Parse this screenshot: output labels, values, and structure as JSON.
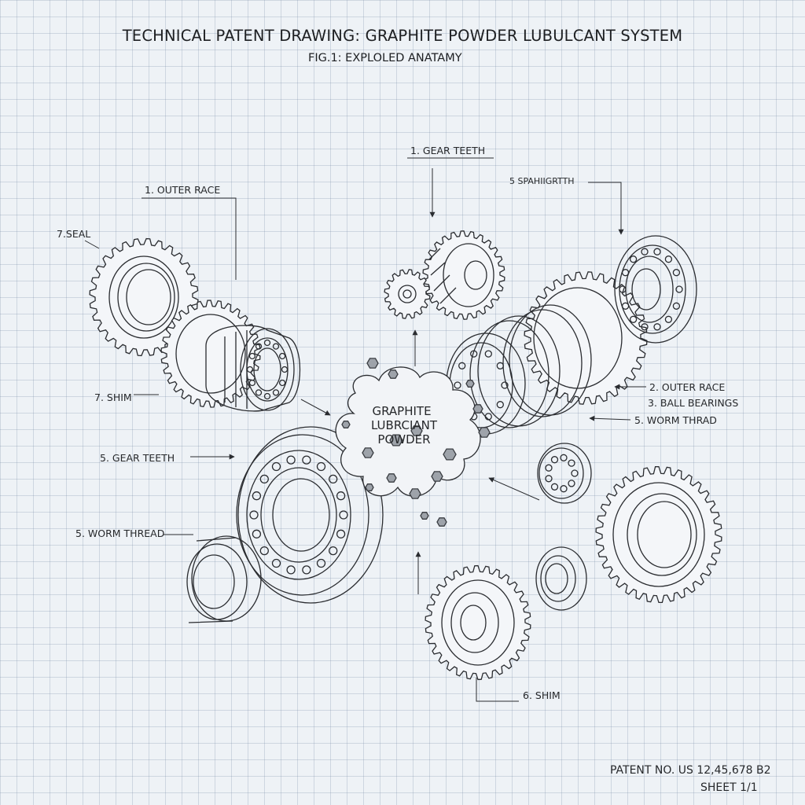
{
  "header": {
    "title": "TECHNICAL PATENT DRAWING: GRAPHITE POWDER LUBULCANT SYSTEM",
    "subtitle": "FIG.1: EXPLOLED ANATAMY"
  },
  "center": {
    "line1": "GRAPHITE",
    "line2": "LUBRCIANT",
    "line3": "POWDER"
  },
  "callouts": {
    "gear_teeth_top": "1. GEAR TEETH",
    "spark_top_right": "5 SPAHIIGRTTH",
    "outer_race_top": "1. OUTER RACE",
    "seal": "7.SEAL",
    "shim_left": "7. SHIM",
    "gear_teeth_left": "5. GEAR TEETH",
    "worm_thread_left": "5. WORM THREAD",
    "outer_race_right": "2. OUTER RACE",
    "ball_bearings_right": "3. BALL BEARINGS",
    "worm_thread_right": "5. WORM THRAD",
    "shim_bottom": "6. SHIM"
  },
  "footer": {
    "patent_no": "PATENT NO. US 12,45,678 B2",
    "sheet": "SHEET 1/1"
  }
}
